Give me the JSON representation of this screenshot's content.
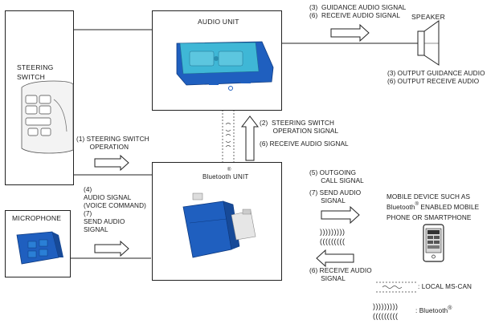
{
  "units": {
    "steering_switch": "STEERING\nSWITCH",
    "audio_unit": "AUDIO UNIT",
    "bluetooth_unit": "Bluetooth",
    "bluetooth_unit_suffix": "UNIT",
    "microphone": "MICROPHONE",
    "speaker": "SPEAKER",
    "registered": "®"
  },
  "signals": {
    "steering_switch_operation": "(1) STEERING SWITCH\n       OPERATION",
    "steering_switch_operation_signal": "(2)  STEERING SWITCH\n       OPERATION SIGNAL",
    "receive_audio_signal_6_mid": "(6)  RECEIVE AUDIO SIGNAL",
    "guidance_and_receive": "(3)  GUIDANCE AUDIO SIGNAL\n(6)  RECEIVE AUDIO SIGNAL",
    "output_speaker": "(3) OUTPUT GUIDANCE AUDIO\n(6) OUTPUT RECEIVE AUDIO",
    "audio_signal_voice": "(4)\nAUDIO SIGNAL\n(VOICE COMMAND)\n(7)\nSEND AUDIO\nSIGNAL",
    "outgoing_call": "(5) OUTGOING\n      CALL SIGNAL",
    "send_audio_7": "(7) SEND AUDIO\n      SIGNAL",
    "receive_audio_6_bottom": "(6) RECEIVE AUDIO\n      SIGNAL"
  },
  "mobile_device": {
    "line1": "MOBILE DEVICE SUCH AS",
    "line2_prefix": "Bluetooth",
    "line2_suffix": " ENABLED MOBILE",
    "line3": "PHONE OR SMARTPHONE"
  },
  "legend": {
    "local_ms_can": ": LOCAL MS-CAN",
    "bluetooth": ": Bluetooth",
    "wave_top": ")))))))))",
    "wave_bottom": "(((((((((",
    "wave_mid_top": ")))))))))",
    "wave_mid_bottom": "((((((((("
  },
  "colors": {
    "line": "#222222",
    "component_blue": "#1f5fbf",
    "component_cyan": "#3fb7d6"
  }
}
